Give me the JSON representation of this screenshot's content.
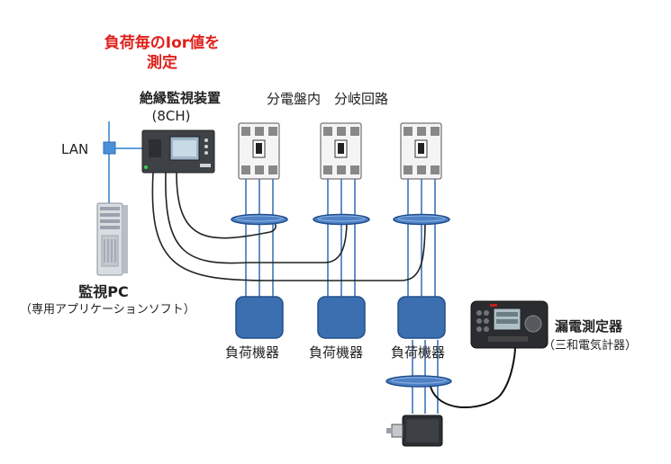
{
  "title": {
    "line1": "負荷毎のIor値を",
    "line2": "測定"
  },
  "monitor_device": {
    "name": "絶縁監視装置",
    "channels": "(8CH)"
  },
  "panel_label": "分電盤内　分岐回路",
  "lan_label": "LAN",
  "pc": {
    "name": "監視PC",
    "software": "（専用アプリケーションソフト）"
  },
  "loads": [
    "負荷機器",
    "負荷機器",
    "負荷機器"
  ],
  "tester": {
    "name": "漏電測定器",
    "maker": "（三和電気計器）"
  },
  "colors": {
    "title_red": "#e0201b",
    "wire_blue": "#2f6db5",
    "load_box": "#3b6fb0",
    "ct_ring": "#2d5fa8"
  }
}
